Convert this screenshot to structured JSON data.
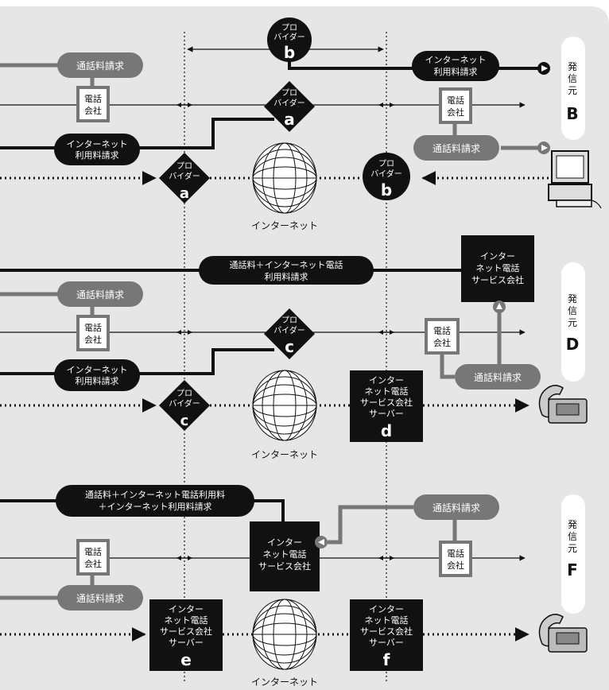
{
  "colors": {
    "background": "#e6e6e6",
    "black": "#111111",
    "gray_pill": "#777777",
    "white": "#ffffff"
  },
  "common": {
    "billing_call": "通話料請求",
    "internet_fee_billing": [
      "インターネット",
      "利用料請求"
    ],
    "phone_company": [
      "電話",
      "会社"
    ],
    "provider": [
      "プロ",
      "バイダー"
    ],
    "internet": "インターネット",
    "sender_label": [
      "発",
      "信",
      "元"
    ],
    "netphone_company": [
      "インター",
      "ネット電話",
      "サービス会社"
    ],
    "netphone_server": [
      "インター",
      "ネット電話",
      "サービス会社",
      "サーバー"
    ]
  },
  "section_b": {
    "sender_letter": "B",
    "provider_top_letter": "b",
    "provider_mid_letter": "a",
    "provider_left_letter": "a",
    "provider_right_letter": "b"
  },
  "section_d": {
    "sender_letter": "D",
    "combined_billing": [
      "通話料＋インターネット電話",
      "利用料請求"
    ],
    "provider_mid_letter": "c",
    "provider_left_letter": "c",
    "server_letter": "d"
  },
  "section_f": {
    "sender_letter": "F",
    "combined_billing": [
      "通話料＋インターネット電話利用料",
      "＋インターネット利用料請求"
    ],
    "server_left_letter": "e",
    "server_right_letter": "f"
  },
  "icons": {
    "computer": "computer-icon",
    "phone": "telephone-icon",
    "globe": "internet-globe-icon"
  }
}
